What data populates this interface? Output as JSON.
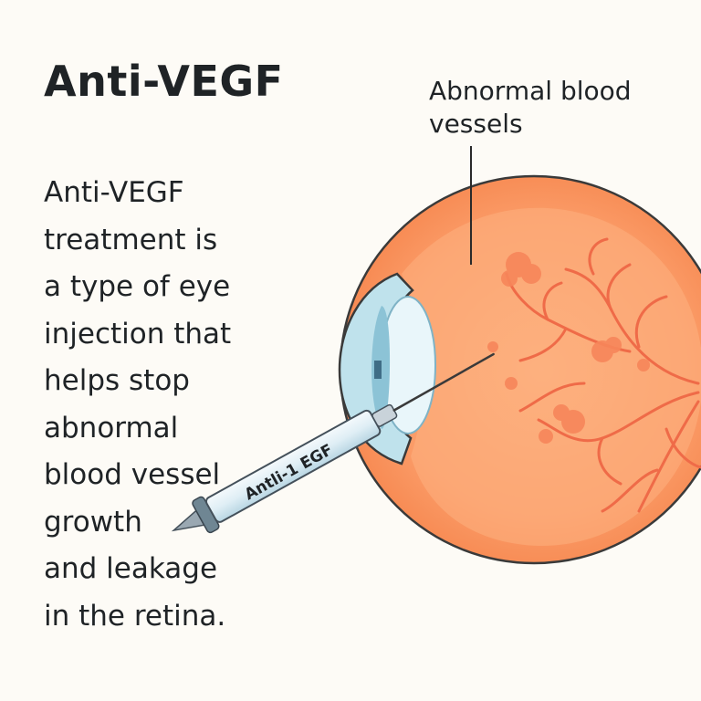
{
  "title": "Anti-VEGF",
  "description_lines": [
    "Anti-VEGF",
    "treatment is",
    "a type of eye",
    "injection that",
    "helps stop",
    "abnormal",
    "blood vessel",
    "growth",
    "and leakage",
    "in the retina."
  ],
  "callout": {
    "lines": [
      "Abnormal blood",
      "vessels"
    ]
  },
  "syringe_label": "Antli-1 EGF",
  "colors": {
    "background": "#fdfbf6",
    "text": "#1f2326",
    "eyeball": "#fb9a66",
    "vessels": "#f0603e",
    "cornea": "#a9d8e6",
    "syringe": "#e6f1f6"
  }
}
